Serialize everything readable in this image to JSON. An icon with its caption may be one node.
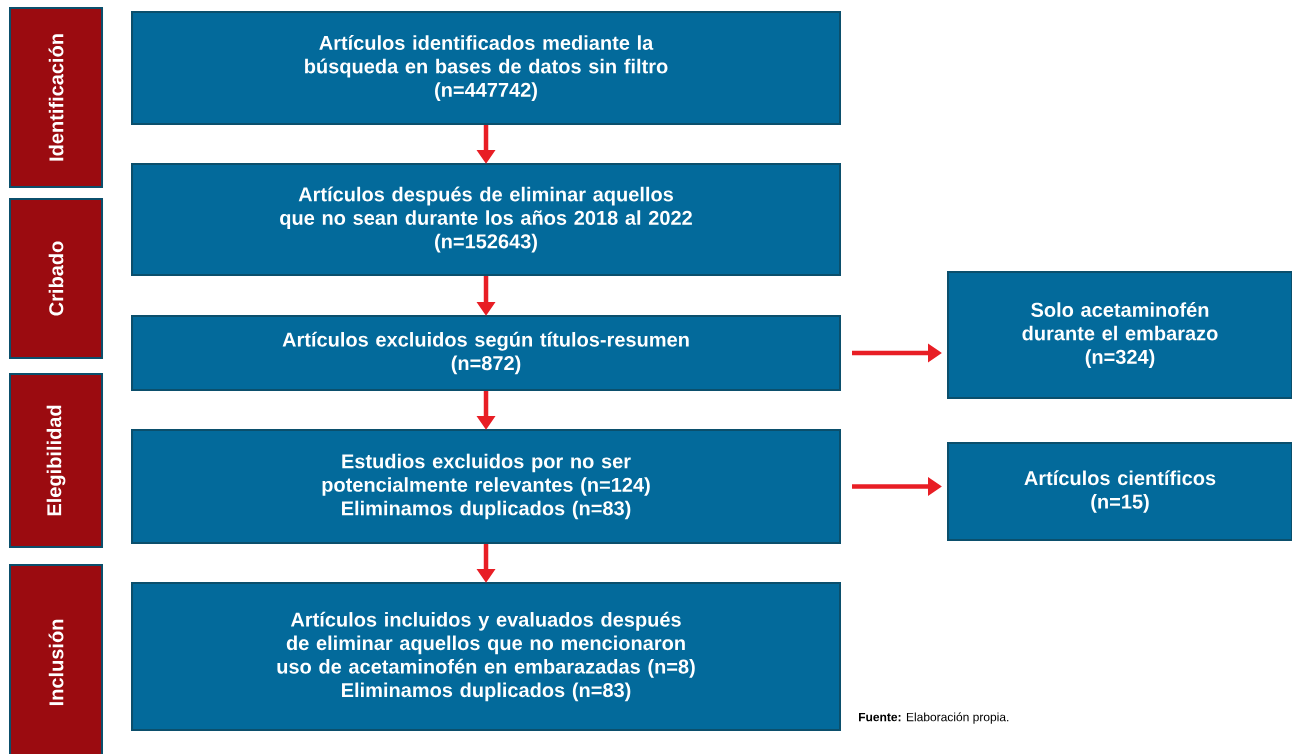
{
  "diagram": {
    "nodes": [
      {
        "text": [
          "Identificación"
        ]
      },
      {
        "text": [
          "Cribado"
        ]
      },
      {
        "text": [
          "Elegibilidad"
        ]
      },
      {
        "text": [
          "Inclusión"
        ]
      },
      {
        "text": [
          "Artículos identificados mediante la búsqueda en bases de datos sin filtro",
          "(n=447742)"
        ]
      },
      {
        "text": [
          "Artículos después de eliminar aquellos que no sean durante los años 2018 al 2022",
          "(n=152643)"
        ]
      },
      {
        "text": [
          "Artículos excluidos según títulos-resumen",
          "(n=872)"
        ]
      },
      {
        "text": [
          "Estudios excluidos por no ser potencialmente relevantes (n=124)",
          "Eliminamos duplicados (n=83)"
        ]
      },
      {
        "text": [
          "Artículos incluidos y evaluados después de eliminar aquellos que no mencionaron uso de acetaminofén en embarazadas (n=8)",
          "Eliminamos duplicados (n=83)"
        ]
      },
      {
        "text": [
          "Solo acetaminofén durante el embarazo",
          "(n=324)"
        ]
      },
      {
        "text": [
          "Artículos científicos",
          "(n=15)"
        ]
      }
    ],
    "edges": [
      {
        "from": 4,
        "to": 5,
        "arrow": "to"
      },
      {
        "from": 5,
        "to": 6,
        "arrow": "to"
      },
      {
        "from": 6,
        "to": 7,
        "arrow": "to"
      },
      {
        "from": 7,
        "to": 8,
        "arrow": "to"
      },
      {
        "from": 6,
        "to": 9,
        "arrow": "to"
      },
      {
        "from": 7,
        "to": 10,
        "arrow": "to"
      }
    ],
    "labels": [
      "**Fuente:** Elaboración propia."
    ]
  }
}
